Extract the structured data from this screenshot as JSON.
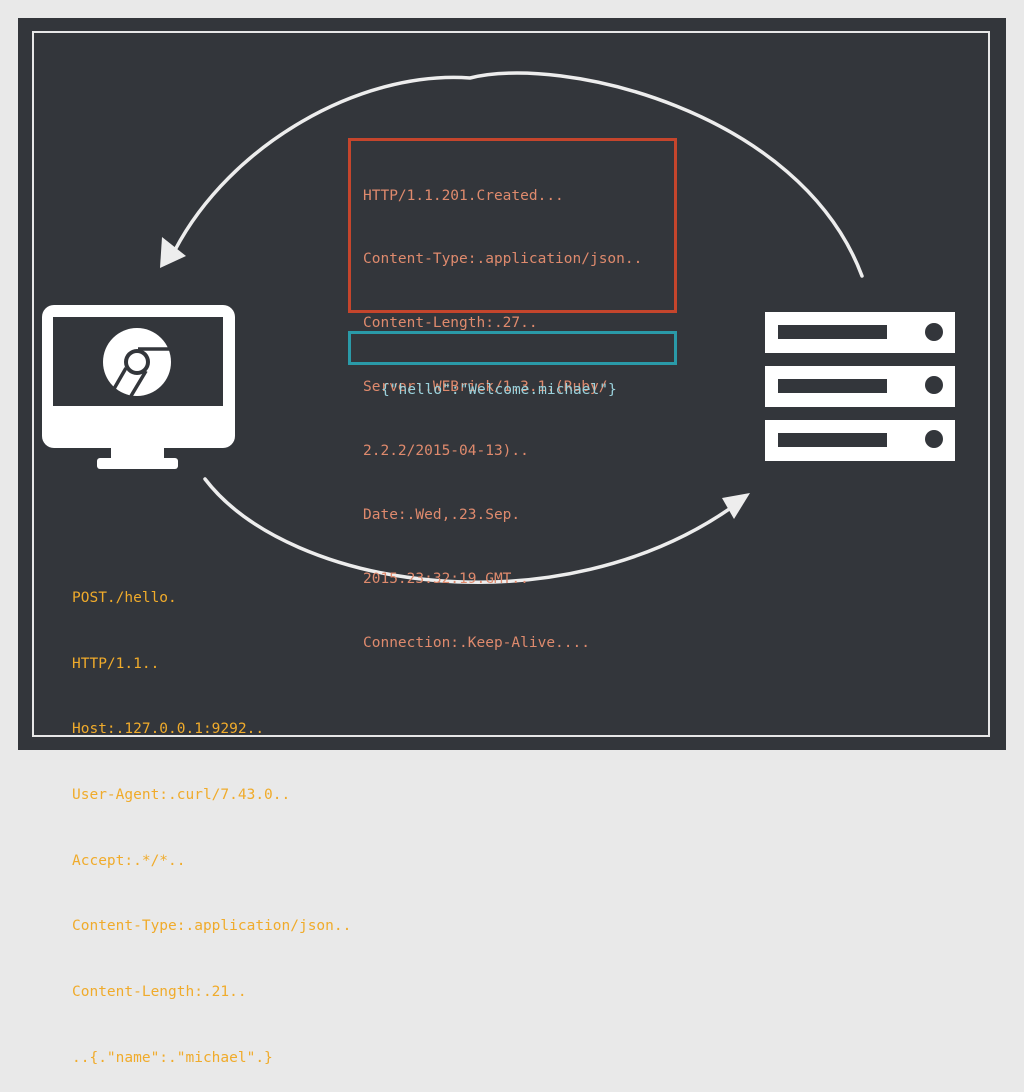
{
  "response": {
    "lines": [
      "HTTP/1.1.201.Created...",
      "Content-Type:.application/json..",
      "Content-Length:.27..",
      "Server:.WEBrick/1.3.1.(Ruby/",
      "2.2.2/2015-04-13)..",
      "Date:.Wed,.23.Sep.",
      "2015.23:32:19.GMT..",
      "Connection:.Keep-Alive...."
    ]
  },
  "response_body": "{\"hello\":\"Welcome.michael\"}",
  "request": {
    "lines": [
      "POST./hello.",
      "HTTP/1.1..",
      "Host:.127.0.0.1:9292..",
      "User-Agent:.curl/7.43.0..",
      "Accept:.*/*..",
      "Content-Type:.application/json..",
      "Content-Length:.21..",
      "..{.\"name\":.\"michael\".}"
    ]
  },
  "icons": {
    "client": "desktop-monitor-chrome-icon",
    "server": "server-rack-icon"
  },
  "colors": {
    "background": "#33363b",
    "response_border": "#c5452c",
    "response_text": "#df8a6d",
    "body_border": "#2a9aa8",
    "body_text": "#9ad1db",
    "request_text": "#f0ab2b",
    "arrows": "#ededed"
  }
}
